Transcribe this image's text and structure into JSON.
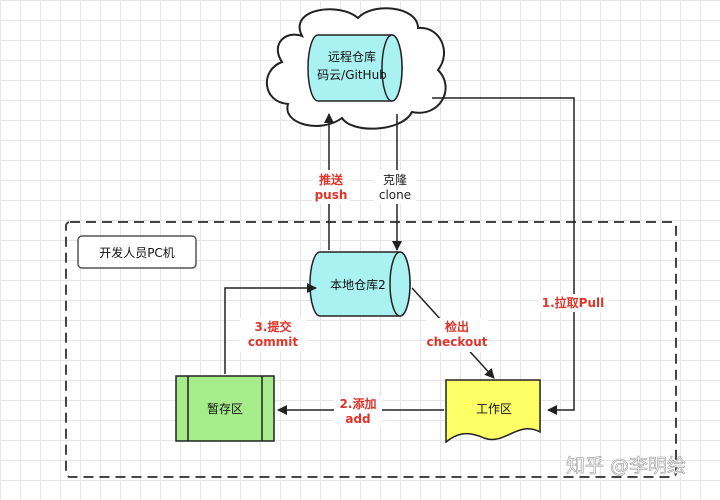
{
  "remote_repo": {
    "line1": "远程仓库",
    "line2": "码云/GitHub"
  },
  "group_label": "开发人员PC机",
  "local_repo": "本地仓库2",
  "staging_area": "暂存区",
  "working_area": "工作区",
  "arrows": {
    "push": {
      "line1": "推送",
      "line2": "push"
    },
    "clone": {
      "line1": "克隆",
      "line2": "clone"
    },
    "pull": "1.拉取Pull",
    "commit": {
      "line1": "3.提交",
      "line2": "commit"
    },
    "checkout": {
      "line1": "检出",
      "line2": "checkout"
    },
    "add": {
      "line1": "2.添加",
      "line2": "add"
    }
  },
  "watermark": "知乎 @李明绘",
  "colors": {
    "cylinder_fill": "#aaf2f2",
    "staging_fill": "#a6ec8a",
    "working_fill": "#ffff66",
    "label_red": "#e0342b"
  }
}
